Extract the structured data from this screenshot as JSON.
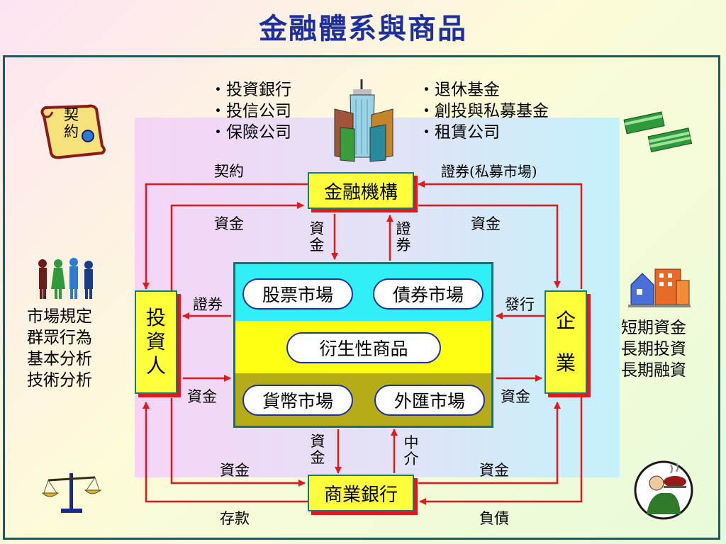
{
  "title": "金融體系與商品",
  "institutions_left": [
    "‧投資銀行",
    "‧投信公司",
    "‧保險公司"
  ],
  "institutions_right": [
    "‧退休基金",
    "‧創投與私募基金",
    "‧租賃公司"
  ],
  "left_side_list": [
    "市場規定",
    "群眾行為",
    "基本分析",
    "技術分析"
  ],
  "right_side_list": [
    "短期資金",
    "長期投資",
    "長期融資"
  ],
  "contract_icon_text": "契約",
  "nodes": {
    "financial_institution": "金融機構",
    "investor": "投資人",
    "enterprise": "企業",
    "commercial_bank": "商業銀行"
  },
  "markets": {
    "stock": "股票市場",
    "bond": "債券市場",
    "derivatives": "衍生性商品",
    "currency": "貨幣市場",
    "fx": "外匯市場"
  },
  "labels": {
    "contract": "契約",
    "securities_private": "證券(私募市場)",
    "funds_top_left": "資金",
    "funds_top_right": "資金",
    "funds_v_top": "資金",
    "securities_v_top": "證券",
    "securities_left": "證券",
    "issue_right": "發行",
    "funds_left_mid": "資金",
    "funds_right_mid": "資金",
    "funds_v_bottom": "資金",
    "intermediary_v": "中介",
    "funds_bottom_left": "資金",
    "funds_bottom_right": "資金",
    "deposits": "存款",
    "liabilities": "負債"
  },
  "colors": {
    "title": "#1c2f9c",
    "arrow": "#e01a1a",
    "box_fill": "#ffff3c",
    "frame": "#1f5a5a"
  },
  "icons": [
    "contract-scroll-icon",
    "skyscraper-icon",
    "money-stack-icon",
    "people-icon",
    "buildings-icon",
    "scale-balance-icon",
    "waiter-icon"
  ]
}
